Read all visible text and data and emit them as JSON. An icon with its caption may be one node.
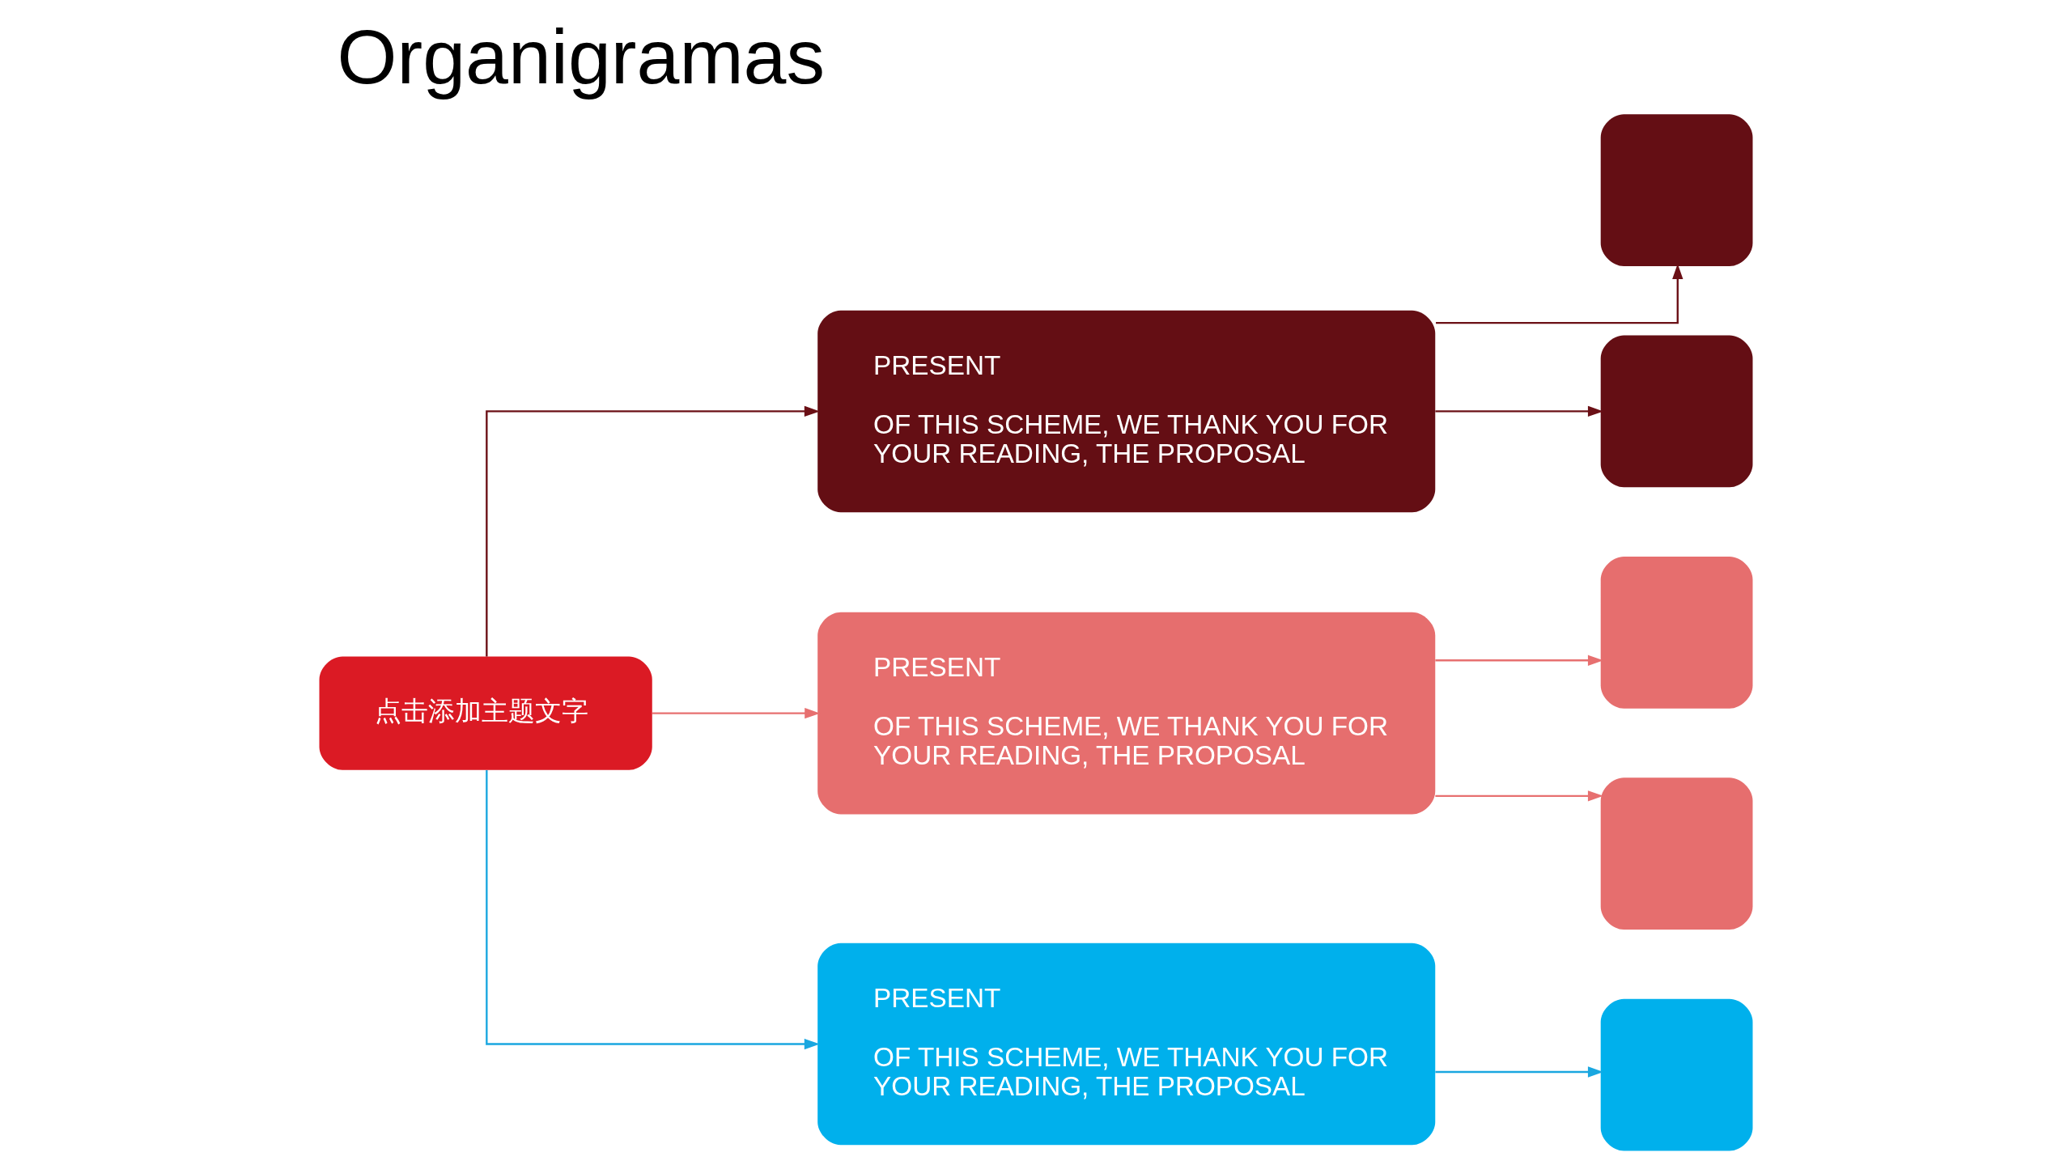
{
  "diagram": {
    "title": "Organigramas",
    "nodes": [
      {
        "text": [
          "点击添加主题文字"
        ]
      },
      {
        "text": [
          "PRESENT",
          "OF THIS SCHEME, WE THANK YOU FOR YOUR READING, THE PROPOSAL"
        ]
      },
      {
        "text": [
          "PRESENT",
          "OF THIS SCHEME, WE THANK YOU FOR YOUR READING, THE PROPOSAL"
        ]
      },
      {
        "text": [
          "PRESENT",
          "OF THIS SCHEME, WE THANK YOU FOR YOUR READING, THE PROPOSAL"
        ]
      },
      {
        "text": [],
        "shape": "box"
      },
      {
        "text": [],
        "shape": "box"
      },
      {
        "text": [],
        "shape": "box"
      },
      {
        "text": [],
        "shape": "box"
      },
      {
        "text": [],
        "shape": "box"
      }
    ],
    "edges": [
      {
        "from": 0,
        "to": 1,
        "arrow": "to",
        "color": "#6b1016"
      },
      {
        "from": 0,
        "to": 2,
        "arrow": "to",
        "color": "#e77070"
      },
      {
        "from": 0,
        "to": 3,
        "arrow": "to",
        "color": "#1aa7e0"
      },
      {
        "from": 1,
        "to": 4,
        "arrow": "to",
        "color": "#6b1016"
      },
      {
        "from": 1,
        "to": 5,
        "arrow": "to",
        "color": "#6b1016"
      },
      {
        "from": 2,
        "to": 6,
        "arrow": "to",
        "color": "#e77070"
      },
      {
        "from": 2,
        "to": 7,
        "arrow": "to",
        "color": "#e77070"
      },
      {
        "from": 3,
        "to": 8,
        "arrow": "to",
        "color": "#1aa7e0"
      }
    ]
  }
}
